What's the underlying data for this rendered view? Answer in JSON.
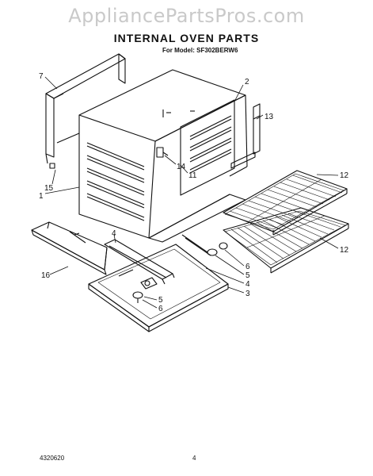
{
  "watermark": "AppliancePartsPros.com",
  "header": {
    "title": "INTERNAL OVEN PARTS",
    "model_line": "For Model: SF302BERW6"
  },
  "callouts": {
    "c7": "7",
    "c2": "2",
    "c13": "13",
    "c15": "15",
    "c14": "14",
    "c11": "11",
    "c1": "1",
    "c12a": "12",
    "c4a": "4",
    "c12b": "12",
    "c16": "16",
    "c6a": "6",
    "c5a": "5",
    "c4b": "4",
    "c3": "3",
    "c5b": "5",
    "c6b": "6"
  },
  "footer": {
    "doc_number": "4320620",
    "page_number": "4"
  }
}
